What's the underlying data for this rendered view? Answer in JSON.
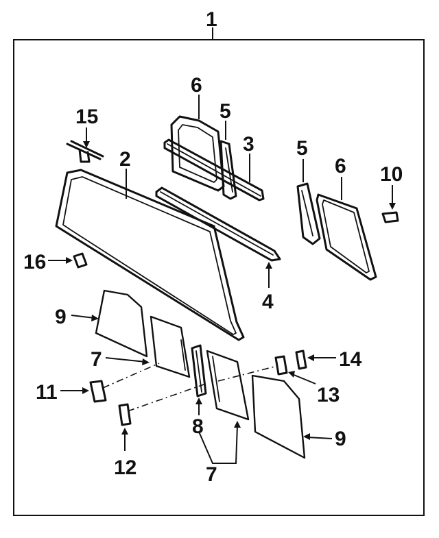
{
  "diagram": {
    "callouts": {
      "c1": "1",
      "c2": "2",
      "c3": "3",
      "c4": "4",
      "c5a": "5",
      "c5b": "5",
      "c6a": "6",
      "c6b": "6",
      "c7a": "7",
      "c7b": "7",
      "c8": "8",
      "c9a": "9",
      "c9b": "9",
      "c10": "10",
      "c11": "11",
      "c12": "12",
      "c13": "13",
      "c14": "14",
      "c15": "15",
      "c16": "16"
    }
  }
}
